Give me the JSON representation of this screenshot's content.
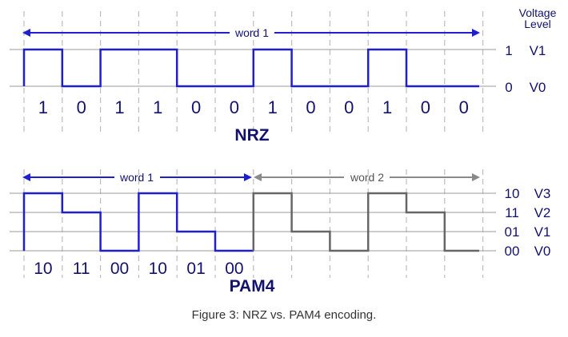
{
  "colors": {
    "nrz_wave": "#1f1fcf",
    "pam4_word1": "#1f1fcf",
    "pam4_word2": "#666666",
    "word1_arrow": "#1f1fcf",
    "word2_arrow": "#8a8a8a",
    "label_text": "#12126e",
    "gridline": "#bdbdbd",
    "level_line": "#9a9a9a"
  },
  "level_header": {
    "line1": "Voltage",
    "line2": "Level"
  },
  "nrz": {
    "title": "NRZ",
    "word_label": "word 1",
    "bits": [
      "1",
      "0",
      "1",
      "1",
      "0",
      "0",
      "1",
      "0",
      "0",
      "1",
      "0",
      "0"
    ],
    "levels": [
      {
        "value": "1",
        "voltage": "V1"
      },
      {
        "value": "0",
        "voltage": "V0"
      }
    ],
    "signal": [
      1,
      0,
      1,
      1,
      0,
      0,
      1,
      0,
      0,
      1,
      0,
      0
    ]
  },
  "pam4": {
    "title": "PAM4",
    "word1_label": "word 1",
    "word2_label": "word 2",
    "symbols": [
      "10",
      "11",
      "00",
      "10",
      "01",
      "00"
    ],
    "levels": [
      {
        "value": "10",
        "voltage": "V3"
      },
      {
        "value": "11",
        "voltage": "V2"
      },
      {
        "value": "01",
        "voltage": "V1"
      },
      {
        "value": "00",
        "voltage": "V0"
      }
    ],
    "signal": [
      3,
      2,
      0,
      3,
      1,
      0,
      3,
      1,
      0,
      3,
      2,
      0
    ],
    "word1_symbol_count": 6
  },
  "caption": "Figure 3: NRZ vs. PAM4 encoding."
}
